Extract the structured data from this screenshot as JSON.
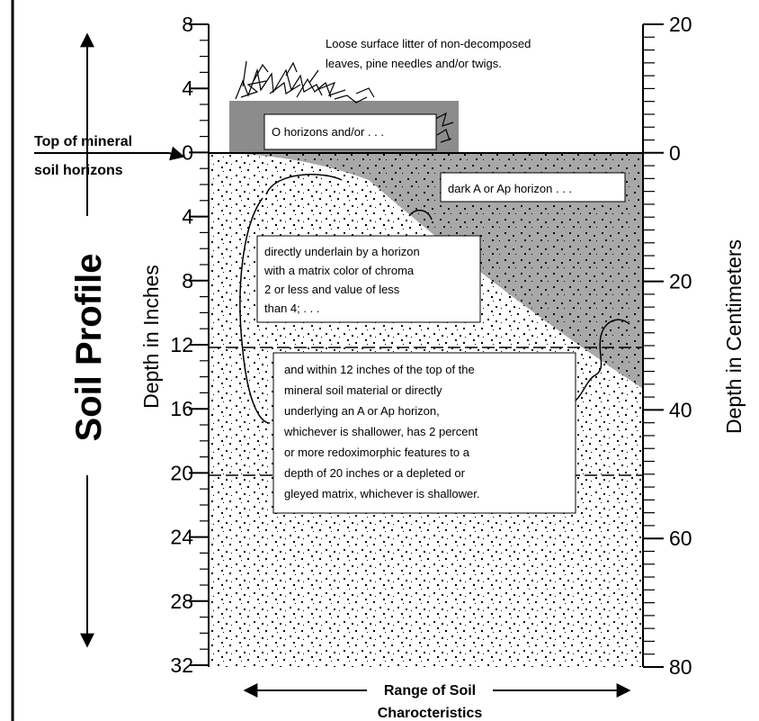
{
  "colors": {
    "ink": "#000000",
    "paper": "#ffffff",
    "dark_horizon": "#a8a8a8",
    "o_horizon": "#8c8c8c"
  },
  "title": "Soil Profile",
  "top_of_mineral": {
    "line1": "Top of mineral",
    "line2": "soil horizons"
  },
  "axis_left_label": "Depth in Inches",
  "axis_right_label": "Depth in Centimeters",
  "inch_ticks": [
    "8",
    "4",
    "0",
    "4",
    "8",
    "12",
    "16",
    "20",
    "24",
    "28",
    "32"
  ],
  "cm_ticks": [
    "20",
    "0",
    "20",
    "40",
    "60",
    "80"
  ],
  "range_label": {
    "line1": "Range of Soil",
    "line2": "Charocteristics"
  },
  "litter_text": {
    "line1": "Loose surface litter of non-decomposed",
    "line2": "leaves, pine needles and/or twigs."
  },
  "o_horizon_text": "O horizons and/or . . .",
  "a_horizon_text": "dark A or Ap horizon . . .",
  "underlain_text": [
    "directly underlain by a horizon",
    "with a matrix color of chroma",
    "2 or less and value of less",
    "than 4; . . ."
  ],
  "within_text": [
    "and within 12 inches of the top of the",
    "mineral soil material or directly",
    "underlying an A or Ap horizon,",
    "whichever is shallower, has 2 percent",
    "or more redoximorphic features to a",
    "depth of 20 inches or a depleted or",
    "gleyed matrix, whichever is shallower."
  ]
}
